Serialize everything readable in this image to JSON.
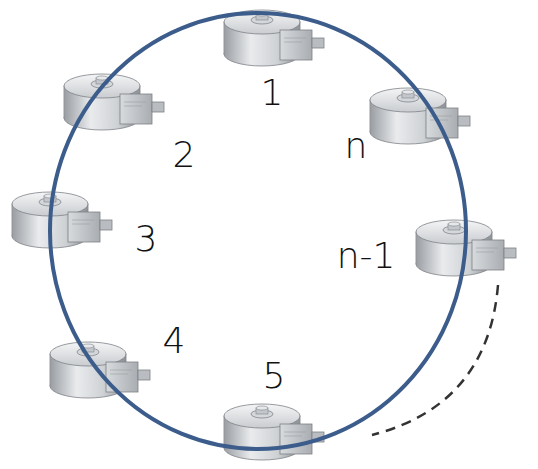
{
  "diagram": {
    "labels": [
      "1",
      "2",
      "n",
      "3",
      "n-1",
      "4",
      "5"
    ]
  }
}
